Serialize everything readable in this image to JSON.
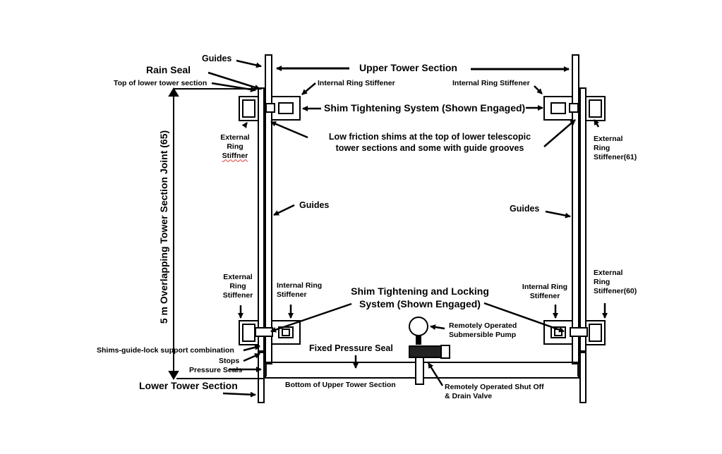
{
  "labels": {
    "guides_top": "Guides",
    "rain_seal": "Rain Seal",
    "top_of_lower": "Top of lower tower section",
    "upper_tower_section": "Upper Tower Section",
    "internal_ring_stiffener_tl": "Internal Ring Stiffener",
    "internal_ring_stiffener_tr": "Internal Ring Stiffener",
    "shim_tightening_system": "Shim Tightening System (Shown Engaged)",
    "external_ring_left_1": "External",
    "external_ring_left_2": "Ring",
    "external_ring_left_3": "Stiffner",
    "low_friction_1": "Low friction shims at the top of lower telescopic",
    "low_friction_2": "tower sections and some with guide grooves",
    "external_ring_right_top_1": "External",
    "external_ring_right_top_2": "Ring",
    "external_ring_right_top_3": "Stiffener(61)",
    "vertical_joint": "5 m Overlapping Tower Section Joint (65)",
    "guides_left": "Guides",
    "guides_right": "Guides",
    "external_ring_lower_left_1": "External",
    "external_ring_lower_left_2": "Ring",
    "external_ring_lower_left_3": "Stiffener",
    "internal_ring_lower_left_1": "Internal Ring",
    "internal_ring_lower_left_2": "Stiffener",
    "shim_locking_1": "Shim Tightening and Locking",
    "shim_locking_2": "System (Shown Engaged)",
    "internal_ring_lower_right_1": "Internal Ring",
    "internal_ring_lower_right_2": "Stiffener",
    "external_ring_lower_right_1": "External",
    "external_ring_lower_right_2": "Ring",
    "external_ring_lower_right_3": "Stiffener(60)",
    "pump_1": "Remotely Operated",
    "pump_2": "Submersible Pump",
    "shims_guide_lock": "Shims-guide-lock support combination",
    "stops": "Stops",
    "pressure_seals": "Pressure  Seals",
    "fixed_pressure_seal": "Fixed Pressure Seal",
    "lower_tower_section": "Lower Tower Section",
    "bottom_upper": "Bottom of Upper Tower Section",
    "valve_1": "Remotely Operated Shut Off",
    "valve_2": "& Drain Valve"
  },
  "colors": {
    "line": "#000000",
    "seal": "#111111",
    "background": "#ffffff"
  }
}
